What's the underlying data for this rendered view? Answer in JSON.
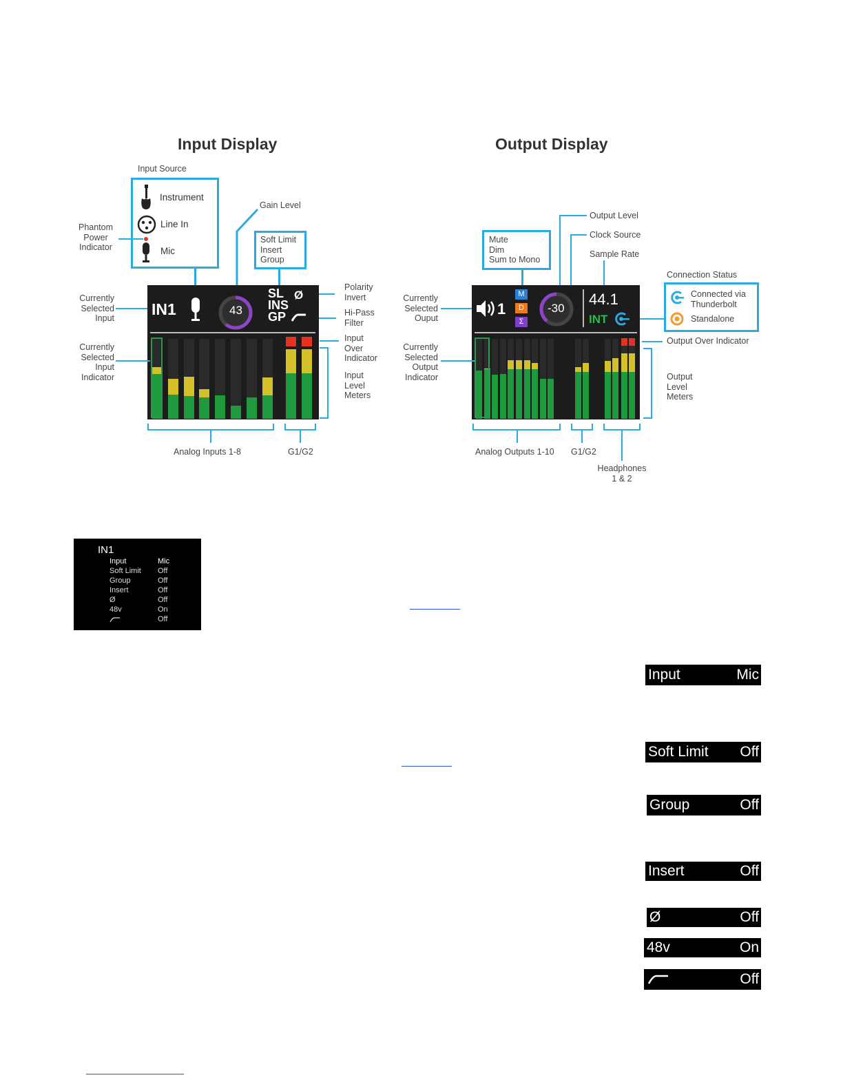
{
  "input_display": {
    "heading": "Input Display",
    "input_source": {
      "title": "Input Source",
      "options": [
        "Instrument",
        "Line In",
        "Mic"
      ]
    },
    "labels": {
      "phantom": [
        "Phantom",
        "Power",
        "Indicator"
      ],
      "gain_level": "Gain Level",
      "modes": [
        "Soft Limit",
        "Insert",
        "Group"
      ],
      "polarity": [
        "Polarity",
        "Invert"
      ],
      "hipass": [
        "Hi-Pass",
        "Filter"
      ],
      "selected_input": [
        "Currently",
        "Selected",
        "Input"
      ],
      "over": [
        "Input",
        "Over",
        "Indicator"
      ],
      "selected_indicator": [
        "Currently",
        "Selected",
        "Input",
        "Indicator"
      ],
      "level_meters": [
        "Input",
        "Level",
        "Meters"
      ],
      "analog": "Analog Inputs 1-8",
      "g1g2": "G1/G2"
    },
    "screen": {
      "channel": "IN1",
      "gain": "43",
      "sl": "SL",
      "ins": "INS",
      "gp": "GP",
      "phase_symbol": "Ø",
      "meter_levels": [
        0.35,
        0.5,
        0.47,
        0.63,
        0.71,
        0.84,
        0.73,
        0.48
      ],
      "meter_yellow": [
        0.14,
        0.39,
        0.46,
        0.28,
        0,
        0,
        0,
        0.44
      ],
      "group_levels": [
        0.12,
        0.12
      ]
    }
  },
  "output_display": {
    "heading": "Output Display",
    "labels": {
      "mute_box": [
        "Mute",
        "Dim",
        "Sum to Mono"
      ],
      "output_level": "Output Level",
      "clock_source": "Clock Source",
      "sample_rate": "Sample Rate",
      "connection_status": "Connection Status",
      "thunderbolt": [
        "Connected via",
        "Thunderbolt"
      ],
      "standalone": "Standalone",
      "selected_output": [
        "Currently",
        "Selected",
        "Ouput"
      ],
      "over": "Output Over Indicator",
      "selected_indicator": [
        "Currently",
        "Selected",
        "Output",
        "Indicator"
      ],
      "level_meters": [
        "Output",
        "Level",
        "Meters"
      ],
      "analog": "Analog Outputs 1-10",
      "g1g2": "G1/G2",
      "headphones": [
        "Headphones",
        "1 & 2"
      ]
    },
    "screen": {
      "channel": "1",
      "level": "-30",
      "rate": "44.1",
      "clock": "INT",
      "badges": [
        "M",
        "D",
        "Σ"
      ]
    }
  },
  "menu": {
    "title": "IN1",
    "rows": [
      {
        "key": "Input",
        "value": "Mic"
      },
      {
        "key": "Soft Limit",
        "value": "Off"
      },
      {
        "key": "Group",
        "value": "Off"
      },
      {
        "key": "Insert",
        "value": "Off"
      },
      {
        "key": "Ø",
        "value": "Off"
      },
      {
        "key": "48v",
        "value": "On"
      },
      {
        "key": "",
        "value": "Off"
      }
    ]
  },
  "bars": [
    {
      "key": "Input",
      "value": "Mic"
    },
    {
      "key": "Soft Limit",
      "value": "Off"
    },
    {
      "key": "Group",
      "value": "Off"
    },
    {
      "key": "Insert",
      "value": "Off"
    },
    {
      "key": "Ø",
      "value": "Off"
    },
    {
      "key": "48v",
      "value": "On"
    },
    {
      "key": "",
      "value": "Off"
    }
  ],
  "colors": {
    "accent": "#29abe2",
    "meter_green": "#1f9a3e",
    "meter_yellow": "#d4c12a",
    "over_red": "#e53222",
    "gain_ring": "#8e44c8",
    "clock_green": "#2fb84e"
  }
}
